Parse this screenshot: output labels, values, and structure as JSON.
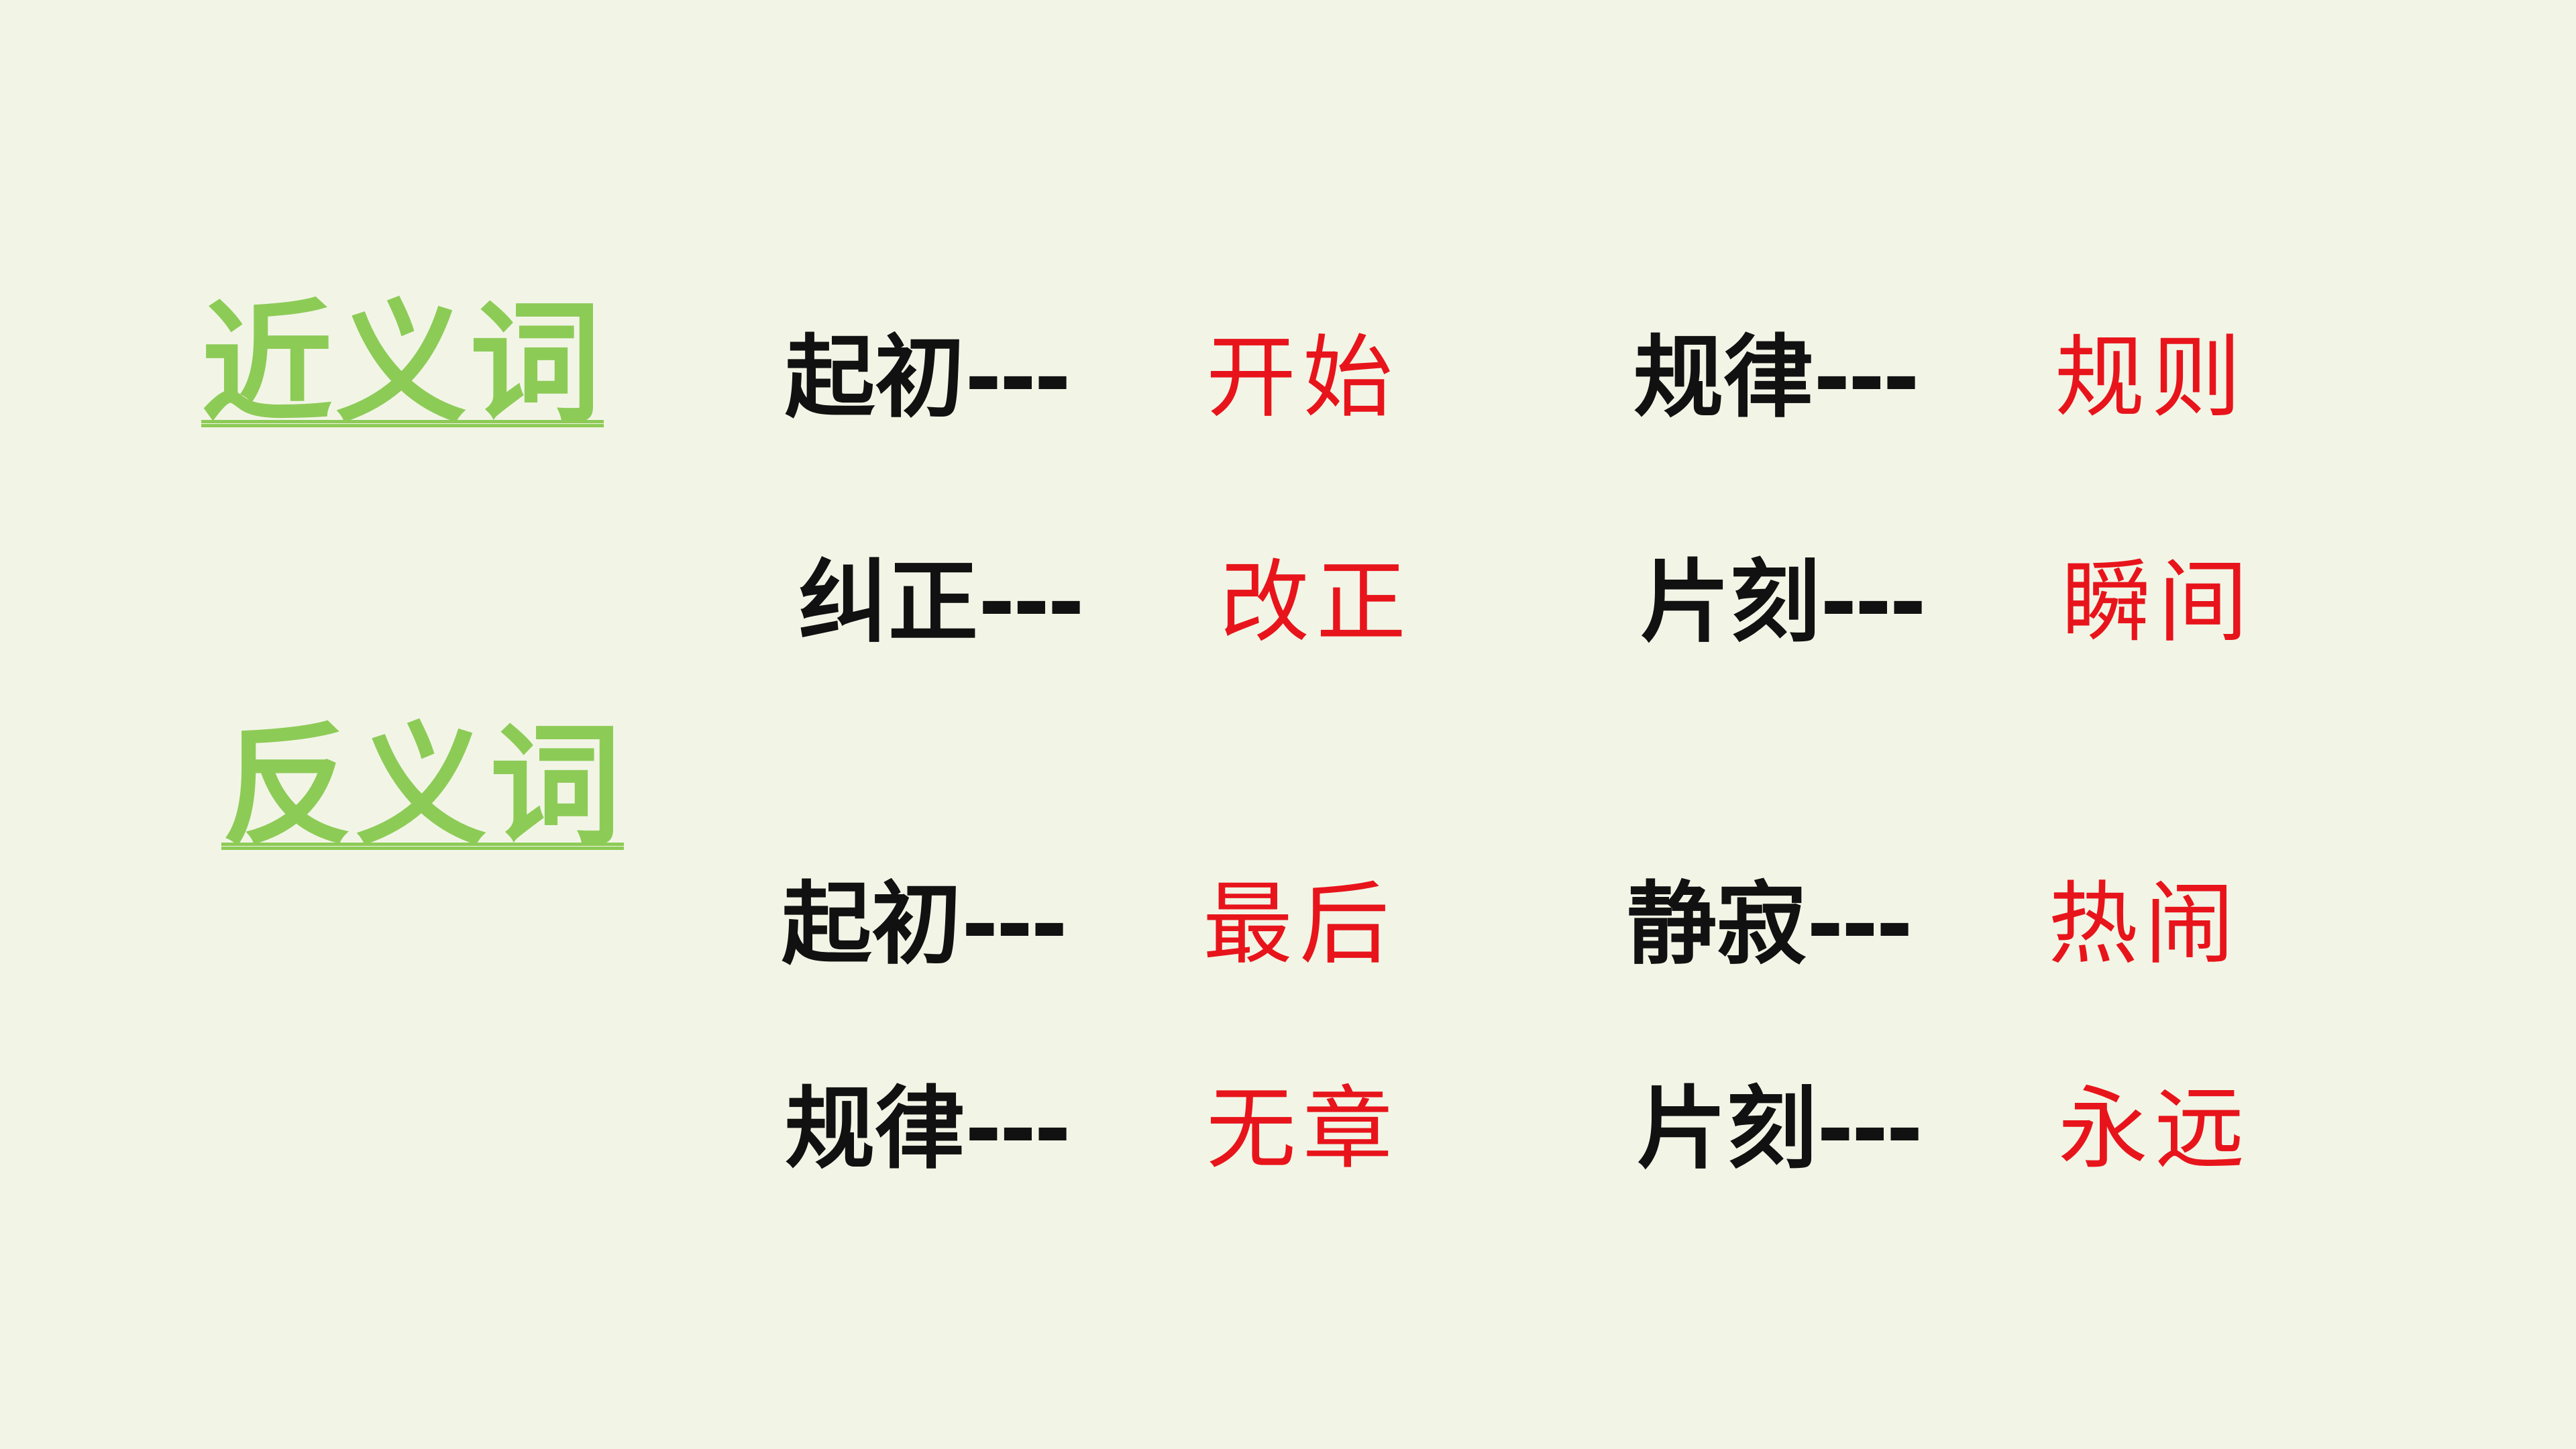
{
  "synonyms": {
    "title": "近义词",
    "pairs": [
      {
        "word": "起初",
        "dashes": "---",
        "answer": "开始"
      },
      {
        "word": "规律",
        "dashes": "---",
        "answer": "规则"
      },
      {
        "word": "纠正",
        "dashes": "---",
        "answer": "改正"
      },
      {
        "word": "片刻",
        "dashes": "---",
        "answer": "瞬间"
      }
    ]
  },
  "antonyms": {
    "title": "反义词",
    "pairs": [
      {
        "word": "起初",
        "dashes": "---",
        "answer": "最后"
      },
      {
        "word": "静寂",
        "dashes": "---",
        "answer": "热闹"
      },
      {
        "word": "规律",
        "dashes": "---",
        "answer": "无章"
      },
      {
        "word": "片刻",
        "dashes": "---",
        "answer": "永远"
      }
    ]
  },
  "colors": {
    "background": "#f2f5e6",
    "title": "#8dcb57",
    "word": "#111111",
    "answer": "#e8141b"
  }
}
